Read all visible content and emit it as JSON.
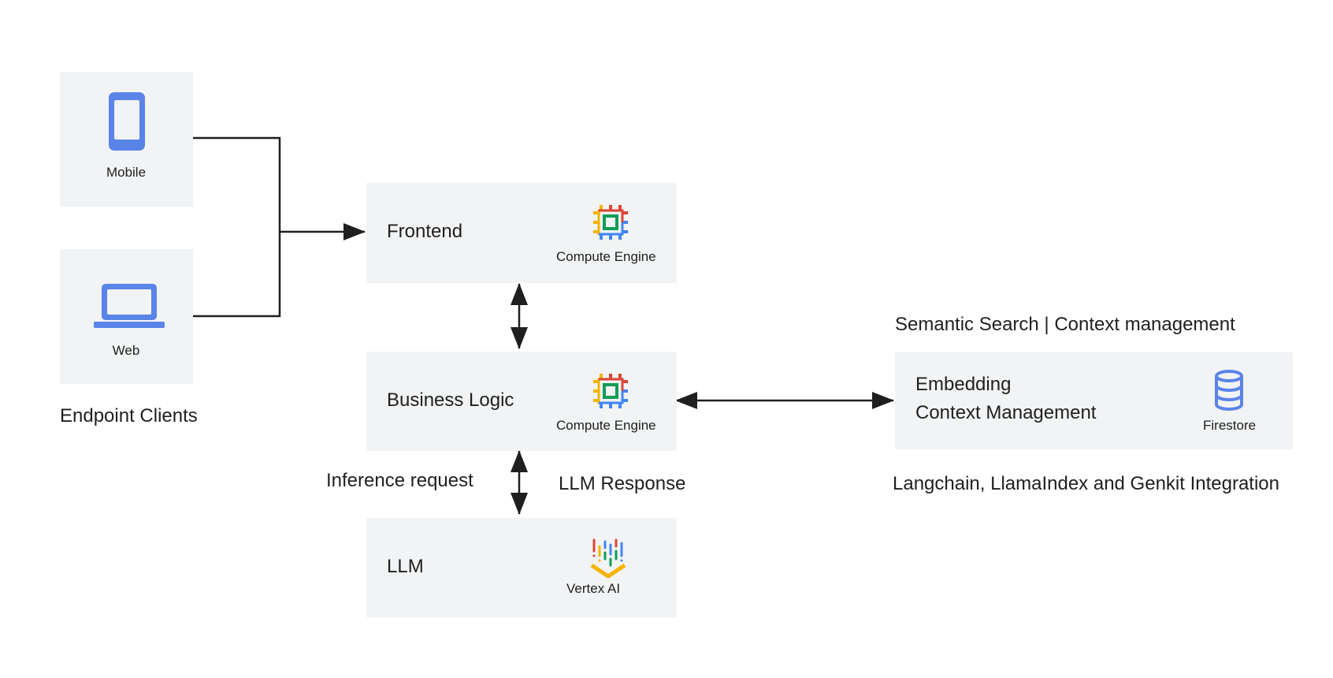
{
  "clients": {
    "group_label": "Endpoint Clients",
    "mobile_label": "Mobile",
    "web_label": "Web"
  },
  "frontend": {
    "title": "Frontend",
    "service": "Compute Engine"
  },
  "business": {
    "title": "Business Logic",
    "service": "Compute Engine"
  },
  "llm": {
    "title": "LLM",
    "service": "Vertex AI"
  },
  "store": {
    "title_line1": "Embedding",
    "title_line2": "Context Management",
    "service": "Firestore",
    "caption_top": "Semantic Search | Context management",
    "caption_bottom": "Langchain, LlamaIndex and Genkit Integration"
  },
  "edges": {
    "inference_label": "Inference request",
    "response_label": "LLM Response"
  },
  "colors": {
    "box_bg": "#f1f3f4",
    "icon_blue": "#5b84e8",
    "google_red": "#db4437",
    "google_yellow": "#f4b400",
    "google_green": "#0f9d58",
    "google_blue": "#4285f4",
    "line": "#1f1f1f"
  }
}
